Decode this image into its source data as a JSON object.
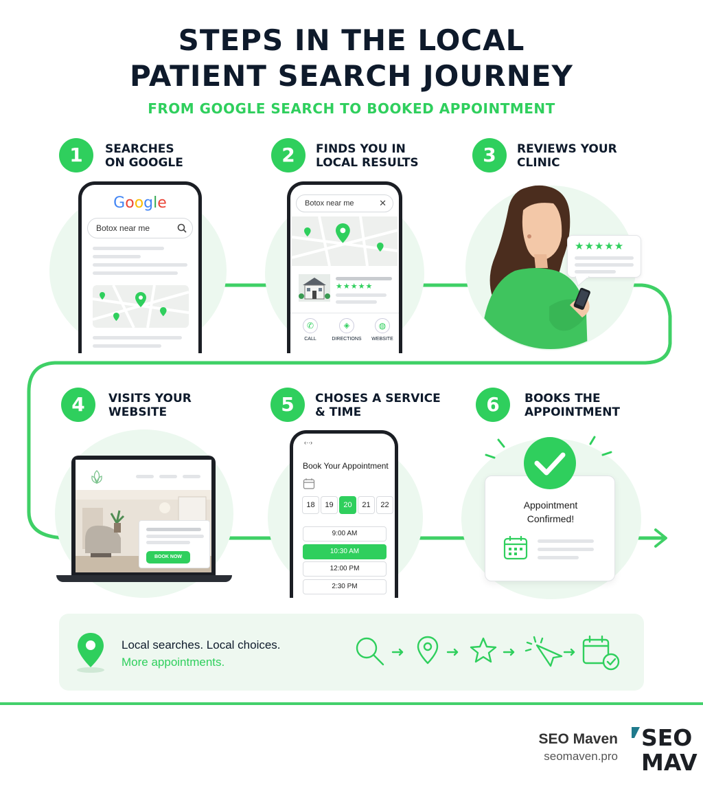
{
  "header": {
    "title_line1": "STEPS IN THE LOCAL",
    "title_line2": "PATIENT SEARCH JOURNEY",
    "subtitle": "FROM GOOGLE SEARCH TO BOOKED APPOINTMENT"
  },
  "colors": {
    "accent": "#2fcf5d",
    "dark": "#0e1a2b",
    "halo": "#ecf8ef"
  },
  "steps": [
    {
      "number": "1",
      "line1": "SEARCHES",
      "line2": "ON GOOGLE"
    },
    {
      "number": "2",
      "line1": "FINDS YOU IN",
      "line2": "LOCAL RESULTS"
    },
    {
      "number": "3",
      "line1": "REVIEWS YOUR",
      "line2": "CLINIC"
    },
    {
      "number": "4",
      "line1": "VISITS YOUR",
      "line2": "WEBSITE"
    },
    {
      "number": "5",
      "line1": "CHOSES A SERVICE",
      "line2": "& TIME"
    },
    {
      "number": "6",
      "line1": "BOOKS THE",
      "line2": "APPOINTMENT"
    }
  ],
  "phone1": {
    "logo": "Google",
    "search_text": "Botox near me"
  },
  "phone2": {
    "search_text": "Botox near me",
    "stars": "★★★★★",
    "actions": [
      "CALL",
      "DIRECTIONS",
      "WEBSITE"
    ]
  },
  "review_bubble": {
    "stars": "★★★★★"
  },
  "website": {
    "cta": "BOOK NOW"
  },
  "booking": {
    "title": "Book Your Appointment",
    "dates": [
      "18",
      "19",
      "20",
      "21",
      "22"
    ],
    "selected_date": "20",
    "slots": [
      "9:00 AM",
      "10:30 AM",
      "12:00 PM",
      "2:30 PM"
    ],
    "selected_slot": "10:30 AM"
  },
  "confirmation": {
    "line1": "Appointment",
    "line2": "Confirmed!"
  },
  "banner": {
    "line1": "Local searches. Local choices.",
    "line2": "More appointments.",
    "icons": [
      "search-icon",
      "pin-icon",
      "star-icon",
      "click-icon",
      "calendar-check-icon"
    ]
  },
  "brand": {
    "name": "SEO Maven",
    "url": "seomaven.pro",
    "logo_line1": "SEO",
    "logo_line2": "MAV"
  }
}
